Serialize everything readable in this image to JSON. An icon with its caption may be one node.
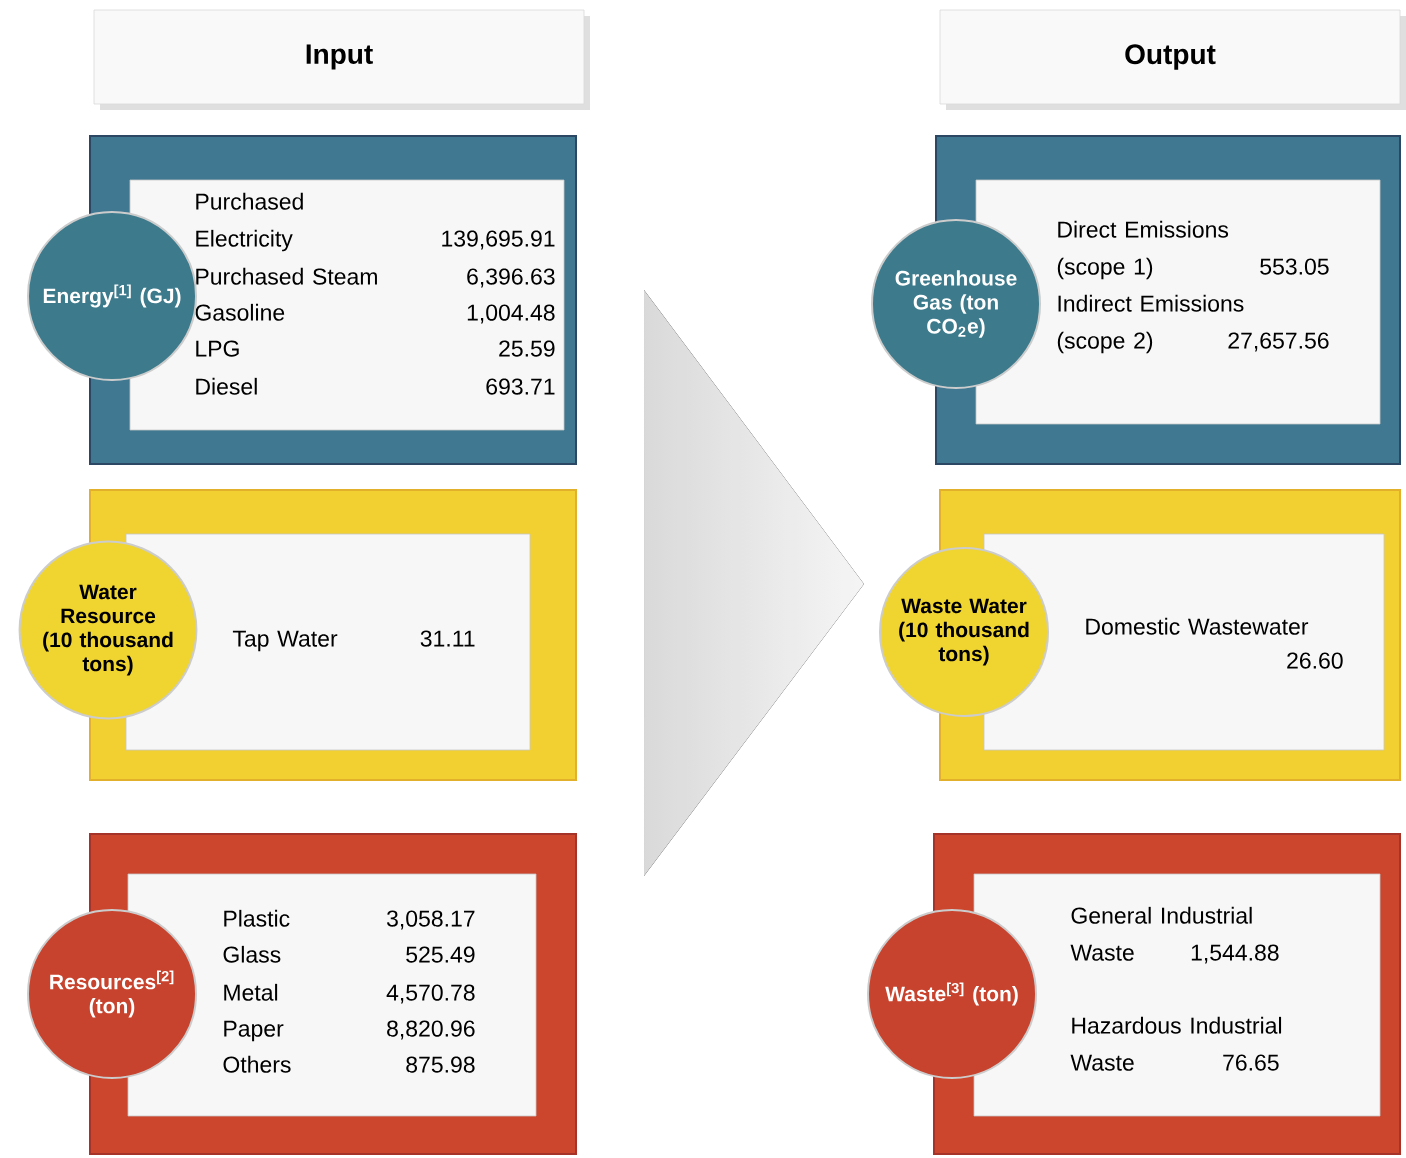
{
  "diagram": {
    "nodes": [
      {
        "text": [
          "Input"
        ]
      },
      {
        "text": [
          "Output"
        ]
      },
      {
        "text": [],
        "shape": "box"
      },
      {
        "text": [
          "Energy$^{[1]}$ (GJ)"
        ]
      },
      {
        "text": [
          "Purchased Electricity",
          "139,695.91",
          "Purchased Steam",
          "6,396.63",
          "Gasoline",
          "1,004.48",
          "LPG",
          "25.59",
          "Diesel",
          "693.71"
        ],
        "in": 2
      },
      {
        "text": [],
        "shape": "box"
      },
      {
        "text": [
          "Greenhouse Gas (ton CO$_{2}$e)"
        ]
      },
      {
        "text": [
          "Direct Emissions (scope 1)",
          "553.05",
          "Indirect Emissions (scope 2)",
          "27,657.56"
        ],
        "in": 5
      },
      {
        "text": [],
        "shape": "box"
      },
      {
        "text": [
          "Water Resource (10 thousand tons)"
        ]
      },
      {
        "text": [
          "Tap Water",
          "31.11"
        ],
        "in": 8
      },
      {
        "text": [],
        "shape": "box"
      },
      {
        "text": [
          "Waste Water (10 thousand tons)"
        ]
      },
      {
        "text": [
          "Domestic Wastewater",
          "26.60"
        ],
        "in": 11
      },
      {
        "text": [],
        "shape": "box"
      },
      {
        "text": [
          "Resources$^{[2]}$ (ton)"
        ]
      },
      {
        "text": [
          "Plastic",
          "3,058.17",
          "Glass",
          "525.49",
          "Metal",
          "4,570.78",
          "Paper",
          "8,820.96",
          "Others",
          "875.98"
        ],
        "in": 14
      },
      {
        "text": [],
        "shape": "box"
      },
      {
        "text": [
          "Waste$^{[3]}$ (ton)"
        ]
      },
      {
        "text": [
          "General Industrial Waste",
          "1,544.88",
          "Hazardous Industrial Waste",
          "76.65"
        ],
        "in": 17
      }
    ]
  }
}
